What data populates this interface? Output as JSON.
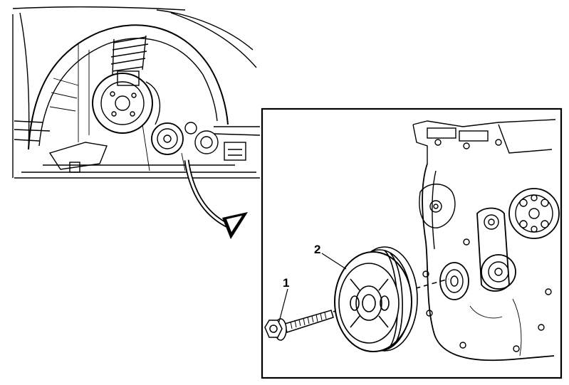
{
  "callouts": [
    {
      "label": "1",
      "part": "bolt"
    },
    {
      "label": "2",
      "part": "pulley"
    }
  ],
  "colors": {
    "line": "#000000",
    "background": "#ffffff"
  }
}
